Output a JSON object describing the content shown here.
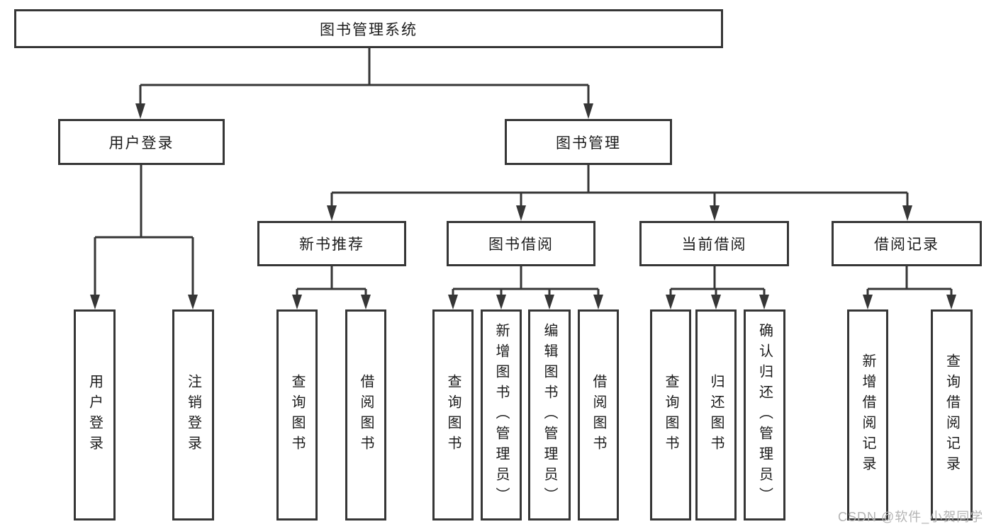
{
  "diagram": {
    "title": "图书管理系统",
    "branches": [
      {
        "label": "用户登录",
        "children": [
          "用户登录",
          "注销登录"
        ]
      },
      {
        "label": "图书管理",
        "sections": [
          {
            "label": "新书推荐",
            "children": [
              "查询图书",
              "借阅图书"
            ]
          },
          {
            "label": "图书借阅",
            "children": [
              "查询图书",
              "新增图书（管理员）",
              "编辑图书（管理员）",
              "借阅图书"
            ]
          },
          {
            "label": "当前借阅",
            "children": [
              "查询图书",
              "归还图书",
              "确认归还（管理员）"
            ]
          },
          {
            "label": "借阅记录",
            "children": [
              "新增借阅记录",
              "查询借阅记录"
            ]
          }
        ]
      }
    ]
  },
  "watermark": "CSDN @软件_小贺同学",
  "colors": {
    "line": "#363636",
    "text": "#1c1c1c",
    "watermark": "#b3b3b3",
    "background": "#ffffff"
  }
}
